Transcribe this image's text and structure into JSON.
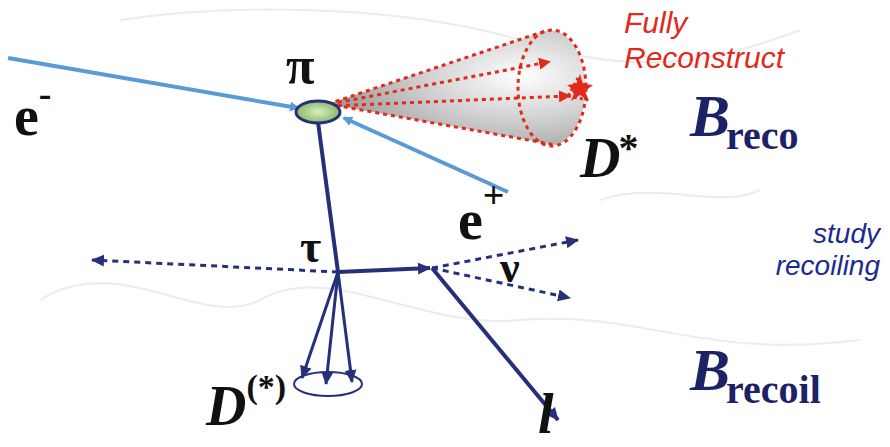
{
  "diagram": {
    "labels": [
      "e",
      "-",
      "π",
      "D",
      "*",
      "Fully Reconstruct",
      "B",
      "reco",
      "e",
      "+",
      "τ",
      "ν",
      "study recoiling",
      "B",
      "recoil",
      "D",
      "(*)",
      "l"
    ]
  }
}
